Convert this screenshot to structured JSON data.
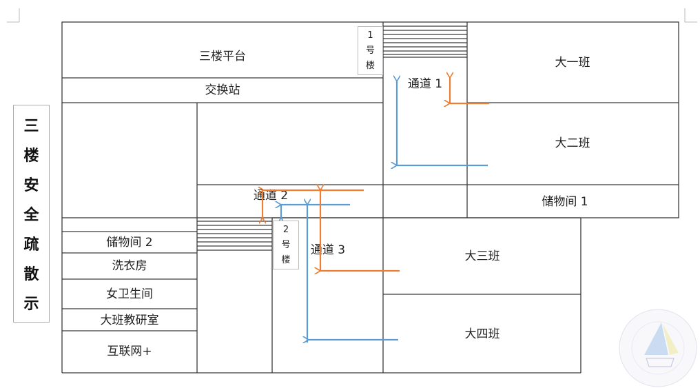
{
  "title_chars": [
    "三",
    "楼",
    "安",
    "全",
    "疏",
    "散",
    "示"
  ],
  "rooms": {
    "platform": "三楼平台",
    "exchange": "交换站",
    "class1": "大一班",
    "class2": "大二班",
    "storage1": "储物间 1",
    "storage2": "储物间 2",
    "laundry": "洗衣房",
    "restroom": "女卫生间",
    "office": "大班教研室",
    "internet": "互联网+",
    "class3": "大三班",
    "class4": "大四班"
  },
  "passages": {
    "p1": "通道 1",
    "p2": "通道 2",
    "p3": "通道 3"
  },
  "buildings": {
    "b1": [
      "1",
      "号",
      "楼"
    ],
    "b2": [
      "2",
      "号",
      "楼"
    ]
  },
  "colors": {
    "route_blue": "#5b9bd5",
    "route_orange": "#ed7d31"
  }
}
